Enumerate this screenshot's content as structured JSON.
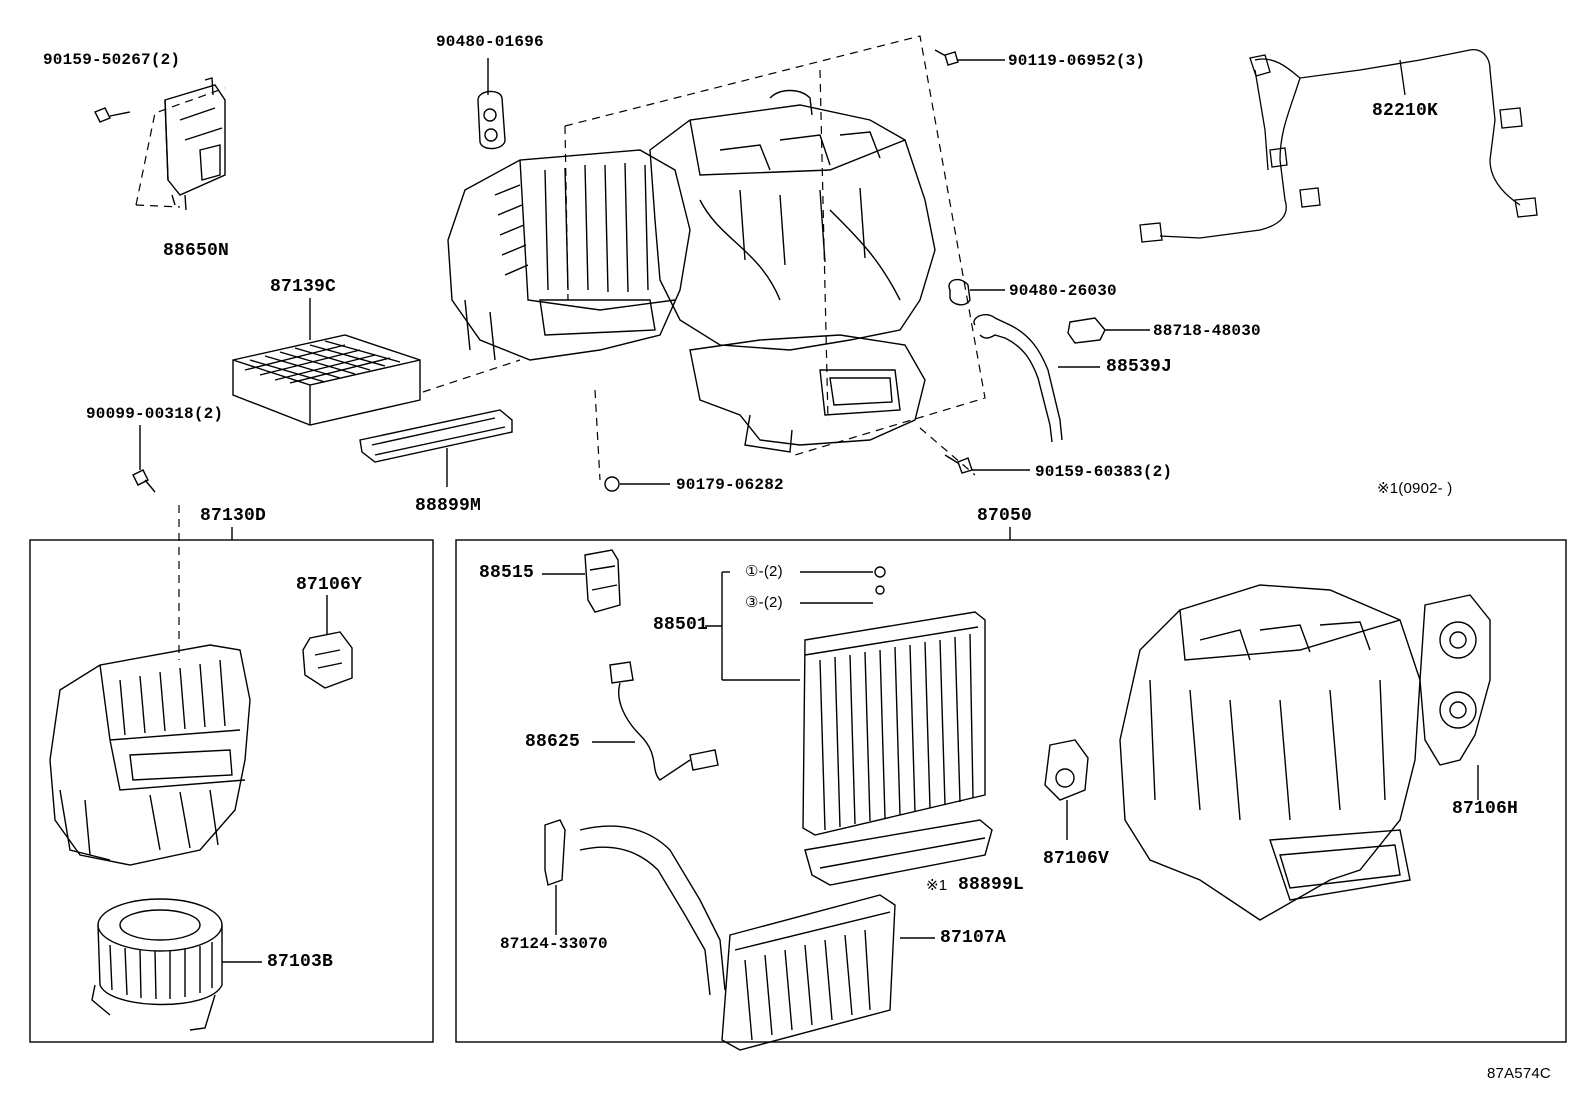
{
  "labels": {
    "p90159_50267": "90159-50267(2)",
    "p88650N": "88650N",
    "p90480_01696": "90480-01696",
    "p90119_06952": "90119-06952(3)",
    "p82210K": "82210K",
    "p87139C": "87139C",
    "p90480_26030": "90480-26030",
    "p88718_48030": "88718-48030",
    "p88539J": "88539J",
    "p90099_00318": "90099-00318(2)",
    "p90179_06282": "90179-06282",
    "p88899M": "88899M",
    "p90159_60383": "90159-60383(2)",
    "note1": "※1(0902-    )",
    "p87130D": "87130D",
    "p87050": "87050",
    "p87106Y": "87106Y",
    "p88515": "88515",
    "p88501": "88501",
    "sub1": "①-(2)",
    "sub3": "③-(2)",
    "p88625": "88625",
    "p87124_33070": "87124-33070",
    "p88899L": "88899L",
    "note1_mark": "※1",
    "p87107A": "87107A",
    "p87106V": "87106V",
    "p87106H": "87106H",
    "p87103B": "87103B",
    "ref": "87A574C"
  }
}
